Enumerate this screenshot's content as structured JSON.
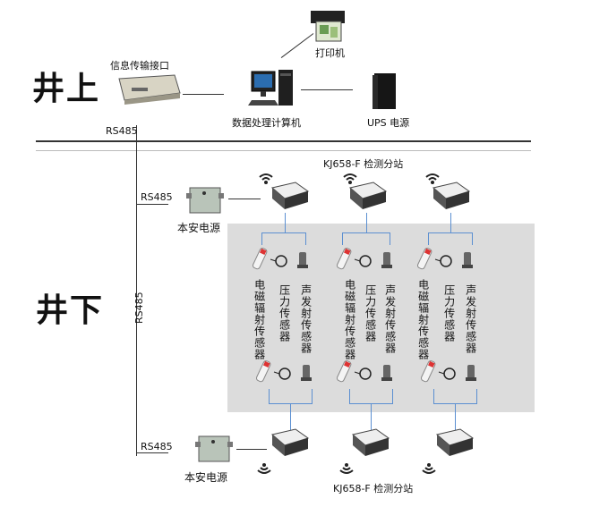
{
  "surface": {
    "label": "井上"
  },
  "underground": {
    "label": "井下"
  },
  "devices": {
    "info_interface": "信息传输接口",
    "printer": "打印机",
    "computer": "数据处理计算机",
    "ups": "UPS 电源",
    "power_supply": "本安电源"
  },
  "links": {
    "rs485": "RS485"
  },
  "stations": {
    "label": "KJ658-F 检测分站"
  },
  "sensors": {
    "em": "电磁辐射传感器",
    "pressure": "压力传感器",
    "acoustic": "声发射传感器"
  },
  "colors": {
    "panel": "#dcdcdc",
    "branch": "#5b8fd1",
    "line": "#333333"
  }
}
